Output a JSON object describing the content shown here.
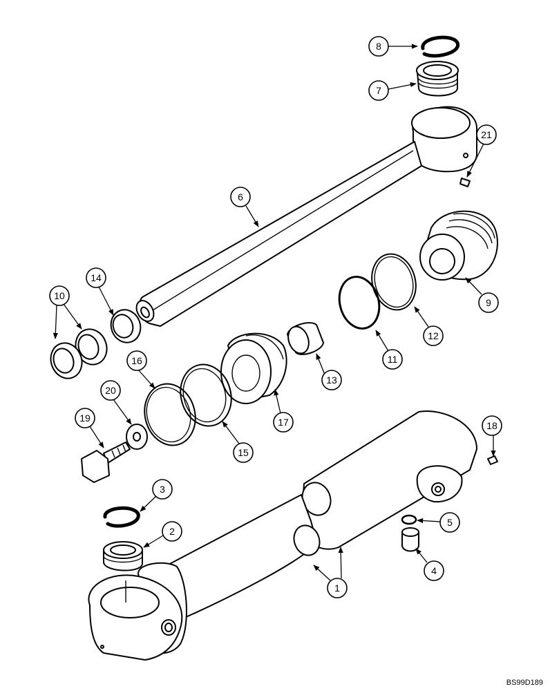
{
  "drawing_code": "BS99D189",
  "callouts": [
    "1",
    "1",
    "2",
    "3",
    "4",
    "5",
    "6",
    "7",
    "8",
    "9",
    "10",
    "10",
    "11",
    "12",
    "13",
    "14",
    "15",
    "16",
    "17",
    "18",
    "19",
    "20",
    "21"
  ]
}
